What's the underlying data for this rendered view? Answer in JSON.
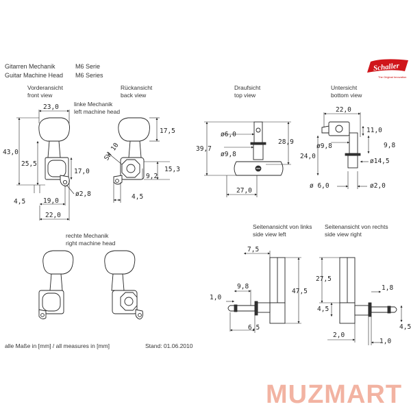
{
  "header": {
    "title_de": "Gitarren Mechanik",
    "title_en": "Guitar Machine Head",
    "series_de": "M6 Serie",
    "series_en": "M6 Series"
  },
  "logo": {
    "brand": "Schaller",
    "tagline": "The Original Innovation",
    "color": "#d0151a"
  },
  "views": {
    "front_de": "Vorderansicht",
    "front_en": "front view",
    "left_de": "linke Mechanik",
    "left_en": "left machine head",
    "back_de": "Rückansicht",
    "back_en": "back view",
    "top_de": "Draufsicht",
    "top_en": "top view",
    "bottom_de": "Untersicht",
    "bottom_en": "bottom view",
    "right_de": "rechte Mechanik",
    "right_en": "right machine head",
    "side_left_de": "Seitenansicht von links",
    "side_left_en": "side view left",
    "side_right_de": "Seitenansicht von rechts",
    "side_right_en": "side view right"
  },
  "dims": {
    "front": [
      "23,0",
      "43,0",
      "25,5",
      "17,0",
      "4,5",
      "19,0",
      "22,0",
      "ø2,8"
    ],
    "back": [
      "17,5",
      "SW 10",
      "15,3",
      "9,2",
      "4,5"
    ],
    "top": [
      "ø6,0",
      "ø9,8",
      "28,9",
      "39,7",
      "27,0"
    ],
    "bottom": [
      "22,0",
      "11,0",
      "ø9,8",
      "9,8",
      "24,0",
      "ø14,5",
      "ø 6,0",
      "ø2,0"
    ],
    "side_left": [
      "7,5",
      "9,8",
      "1,0",
      "47,5",
      "6,5"
    ],
    "side_right": [
      "27,5",
      "1,8",
      "4,5",
      "4,5",
      "2,0",
      "1,0"
    ]
  },
  "footer": {
    "units": "alle Maße in [mm] / all measures in [mm]",
    "date": "Stand: 01.06.2010"
  },
  "watermark": {
    "text": "MUZMART",
    "color": "#f2b3a2"
  }
}
